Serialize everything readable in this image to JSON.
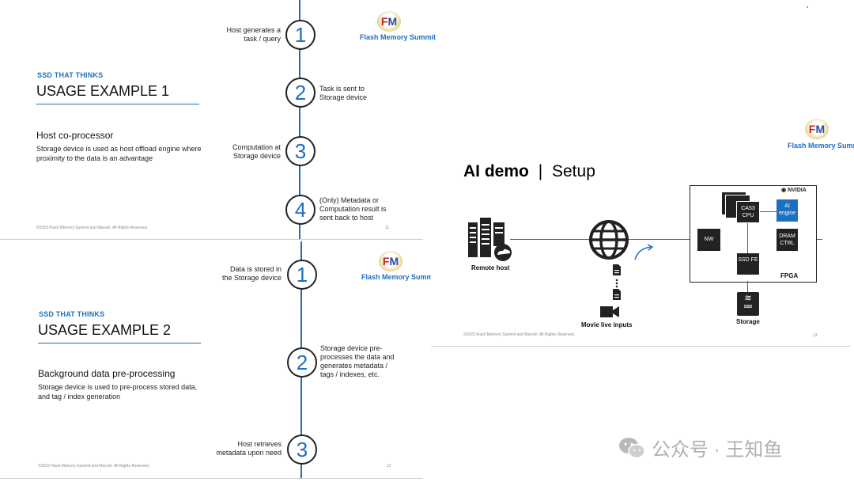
{
  "slide1": {
    "kicker": "SSD THAT THINKS",
    "title": "USAGE EXAMPLE 1",
    "subhead": "Host co-processor",
    "desc": "Storage device is used as host offload engine where proximity to the data is an advantage",
    "footer": "©2023 Flash Memory Summit and Marvell. All Rights Reserved.",
    "page": "11",
    "logo_text": "Flash Memory Summit",
    "steps": [
      {
        "num": "1",
        "text": "Host generates a task / query"
      },
      {
        "num": "2",
        "text": "Task is sent to Storage device"
      },
      {
        "num": "3",
        "text": "Computation at Storage device"
      },
      {
        "num": "4",
        "text": "(Only) Metadata or Computation result is sent back to host"
      }
    ]
  },
  "slide2": {
    "kicker": "SSD THAT THINKS",
    "title": "USAGE EXAMPLE 2",
    "subhead": "Background data pre-processing",
    "desc": "Storage device is used to pre-process stored data, and tag / index generation",
    "footer": "©2023 Flash Memory Summit and Marvell. All Rights Reserved.",
    "page": "12",
    "logo_text": "Flash Memory Summit",
    "steps": [
      {
        "num": "1",
        "text": "Data is stored in the Storage device"
      },
      {
        "num": "2",
        "text": "Storage device pre-processes the data and generates metadata / tags / indexes, etc."
      },
      {
        "num": "3",
        "text": "Host retrieves metadata upon need"
      }
    ]
  },
  "slide3": {
    "title_bold": "AI demo",
    "title_sep": "|",
    "title_rest": "Setup",
    "logo_text": "Flash Memory Summit",
    "nvidia": "NVIDIA",
    "remote_host": "Remote host",
    "movie_inputs": "Movie live inputs",
    "storage": "Storage",
    "fpga": "FPGA",
    "nw": "NW",
    "cpu": "CA53 CPU",
    "ai_engine": "AI engine",
    "dram": "DRAM CTRL",
    "ssd_fe": "SSD FE",
    "ssd_icon": "SSD",
    "footer": "©2023 Flash Memory Summit and Marvell. All Rights Reserved.",
    "page": "13"
  },
  "watermark": "公众号 · 王知鱼",
  "colors": {
    "accent": "#1f6fc0",
    "dark": "#222222",
    "fms_red": "#c02026"
  }
}
